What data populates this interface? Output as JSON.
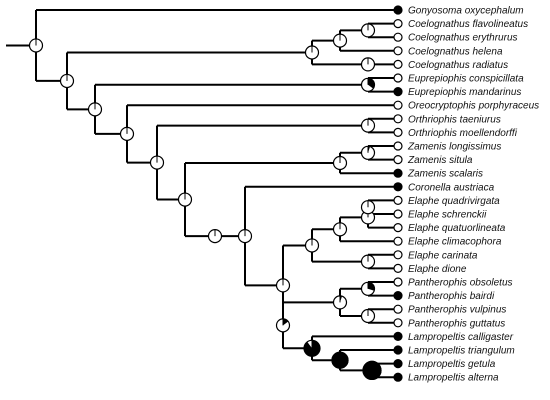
{
  "colors": {
    "line": "#000000",
    "filled": "#000000",
    "open": "#ffffff"
  },
  "tips": [
    {
      "name": "Gonyosoma oxycephalum",
      "state": "filled"
    },
    {
      "name": "Coelognathus flavolineatus",
      "state": "open"
    },
    {
      "name": "Coelognathus erythrurus",
      "state": "open"
    },
    {
      "name": "Coelognathus helena",
      "state": "open"
    },
    {
      "name": "Coelognathus radiatus",
      "state": "open"
    },
    {
      "name": "Euprepiophis conspicillata",
      "state": "open"
    },
    {
      "name": "Euprepiophis mandarinus",
      "state": "filled"
    },
    {
      "name": "Oreocryptophis porphyraceus",
      "state": "open"
    },
    {
      "name": "Orthriophis taeniurus",
      "state": "open"
    },
    {
      "name": "Orthriophis moellendorffi",
      "state": "open"
    },
    {
      "name": "Zamenis longissimus",
      "state": "open"
    },
    {
      "name": "Zamenis situla",
      "state": "open"
    },
    {
      "name": "Zamenis scalaris",
      "state": "filled"
    },
    {
      "name": "Coronella austriaca",
      "state": "filled"
    },
    {
      "name": "Elaphe quadrivirgata",
      "state": "open"
    },
    {
      "name": "Elaphe schrenckii",
      "state": "open"
    },
    {
      "name": "Elaphe quatuorlineata",
      "state": "open"
    },
    {
      "name": "Elaphe climacophora",
      "state": "open"
    },
    {
      "name": "Elaphe carinata",
      "state": "open"
    },
    {
      "name": "Elaphe dione",
      "state": "open"
    },
    {
      "name": "Pantherophis obsoletus",
      "state": "open"
    },
    {
      "name": "Pantherophis bairdi",
      "state": "filled"
    },
    {
      "name": "Pantherophis vulpinus",
      "state": "open"
    },
    {
      "name": "Pantherophis guttatus",
      "state": "open"
    },
    {
      "name": "Lampropeltis calligaster",
      "state": "filled"
    },
    {
      "name": "Lampropeltis triangulum",
      "state": "filled"
    },
    {
      "name": "Lampropeltis getula",
      "state": "filled"
    },
    {
      "name": "Lampropeltis alterna",
      "state": "filled"
    }
  ],
  "tree": [
    {
      "id": "root",
      "parent": null,
      "filled": 0.0
    },
    {
      "id": "n1",
      "parent": "root",
      "filled": 0.0
    },
    {
      "id": "coel",
      "parent": "n1",
      "filled": 0.0
    },
    {
      "id": "coel_a",
      "parent": "coel",
      "filled": 0.0
    },
    {
      "id": "coel_b",
      "parent": "coel_a",
      "filled": 0.0
    },
    {
      "id": "coel_c",
      "parent": "coel",
      "filled": 0.0
    },
    {
      "id": "n2",
      "parent": "n1",
      "filled": 0.0
    },
    {
      "id": "eup",
      "parent": "n2",
      "filled": 0.35
    },
    {
      "id": "n3",
      "parent": "n2",
      "filled": 0.0
    },
    {
      "id": "n4",
      "parent": "n3",
      "filled": 0.0
    },
    {
      "id": "orth",
      "parent": "n4",
      "filled": 0.0
    },
    {
      "id": "n5",
      "parent": "n4",
      "filled": 0.0
    },
    {
      "id": "zam",
      "parent": "n5",
      "filled": 0.0
    },
    {
      "id": "zam_a",
      "parent": "zam",
      "filled": 0.05
    },
    {
      "id": "n6",
      "parent": "n5",
      "filled": 0.0
    },
    {
      "id": "n7",
      "parent": "n6",
      "filled": 0.0
    },
    {
      "id": "n8",
      "parent": "n7",
      "filled": 0.0
    },
    {
      "id": "ela",
      "parent": "n8",
      "filled": 0.0
    },
    {
      "id": "ela1",
      "parent": "ela",
      "filled": 0.0
    },
    {
      "id": "ela1a",
      "parent": "ela1",
      "filled": 0.0
    },
    {
      "id": "ela1b",
      "parent": "ela1a",
      "filled": 0.0
    },
    {
      "id": "ela2",
      "parent": "ela",
      "filled": 0.0
    },
    {
      "id": "n9",
      "parent": "n8",
      "filled": 0.15
    },
    {
      "id": "pan",
      "parent": "n9",
      "filled": 0.05
    },
    {
      "id": "pan_a",
      "parent": "pan",
      "filled": 0.3
    },
    {
      "id": "pan_b",
      "parent": "pan",
      "filled": 0.0
    },
    {
      "id": "lam",
      "parent": "n9",
      "filled": 0.9
    },
    {
      "id": "lam_a",
      "parent": "lam",
      "filled": 1.0
    },
    {
      "id": "lam_b",
      "parent": "lam_a",
      "filled": 1.0
    }
  ],
  "tip_parents": [
    "root",
    "coel_b",
    "coel_b",
    "coel_a",
    "coel_c",
    "eup",
    "eup",
    "n3",
    "orth",
    "orth",
    "zam_a",
    "zam_a",
    "zam",
    "n7",
    "ela1b",
    "ela1b",
    "ela1a",
    "ela1",
    "ela2",
    "ela2",
    "pan_a",
    "pan_a",
    "pan_b",
    "pan_b",
    "lam",
    "lam_a",
    "lam_b",
    "lam_b"
  ]
}
